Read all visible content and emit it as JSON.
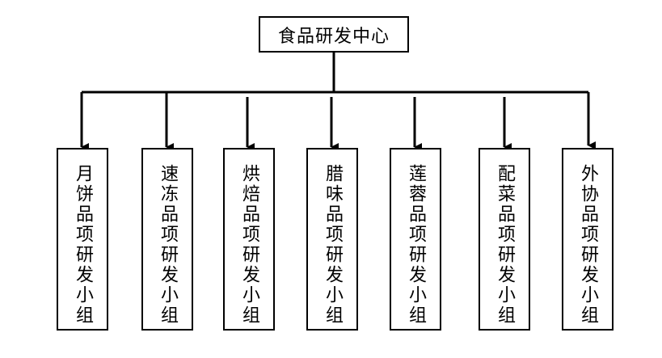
{
  "root": {
    "label": "食品研发中心"
  },
  "groups": [
    {
      "label": "月饼品项研发小组"
    },
    {
      "label": "速冻品项研发小组"
    },
    {
      "label": "烘焙品项研发小组"
    },
    {
      "label": "腊味品项研发小组"
    },
    {
      "label": "莲蓉品项研发小组"
    },
    {
      "label": "配菜品项研发小组"
    },
    {
      "label": "外协品项研发小组"
    }
  ]
}
